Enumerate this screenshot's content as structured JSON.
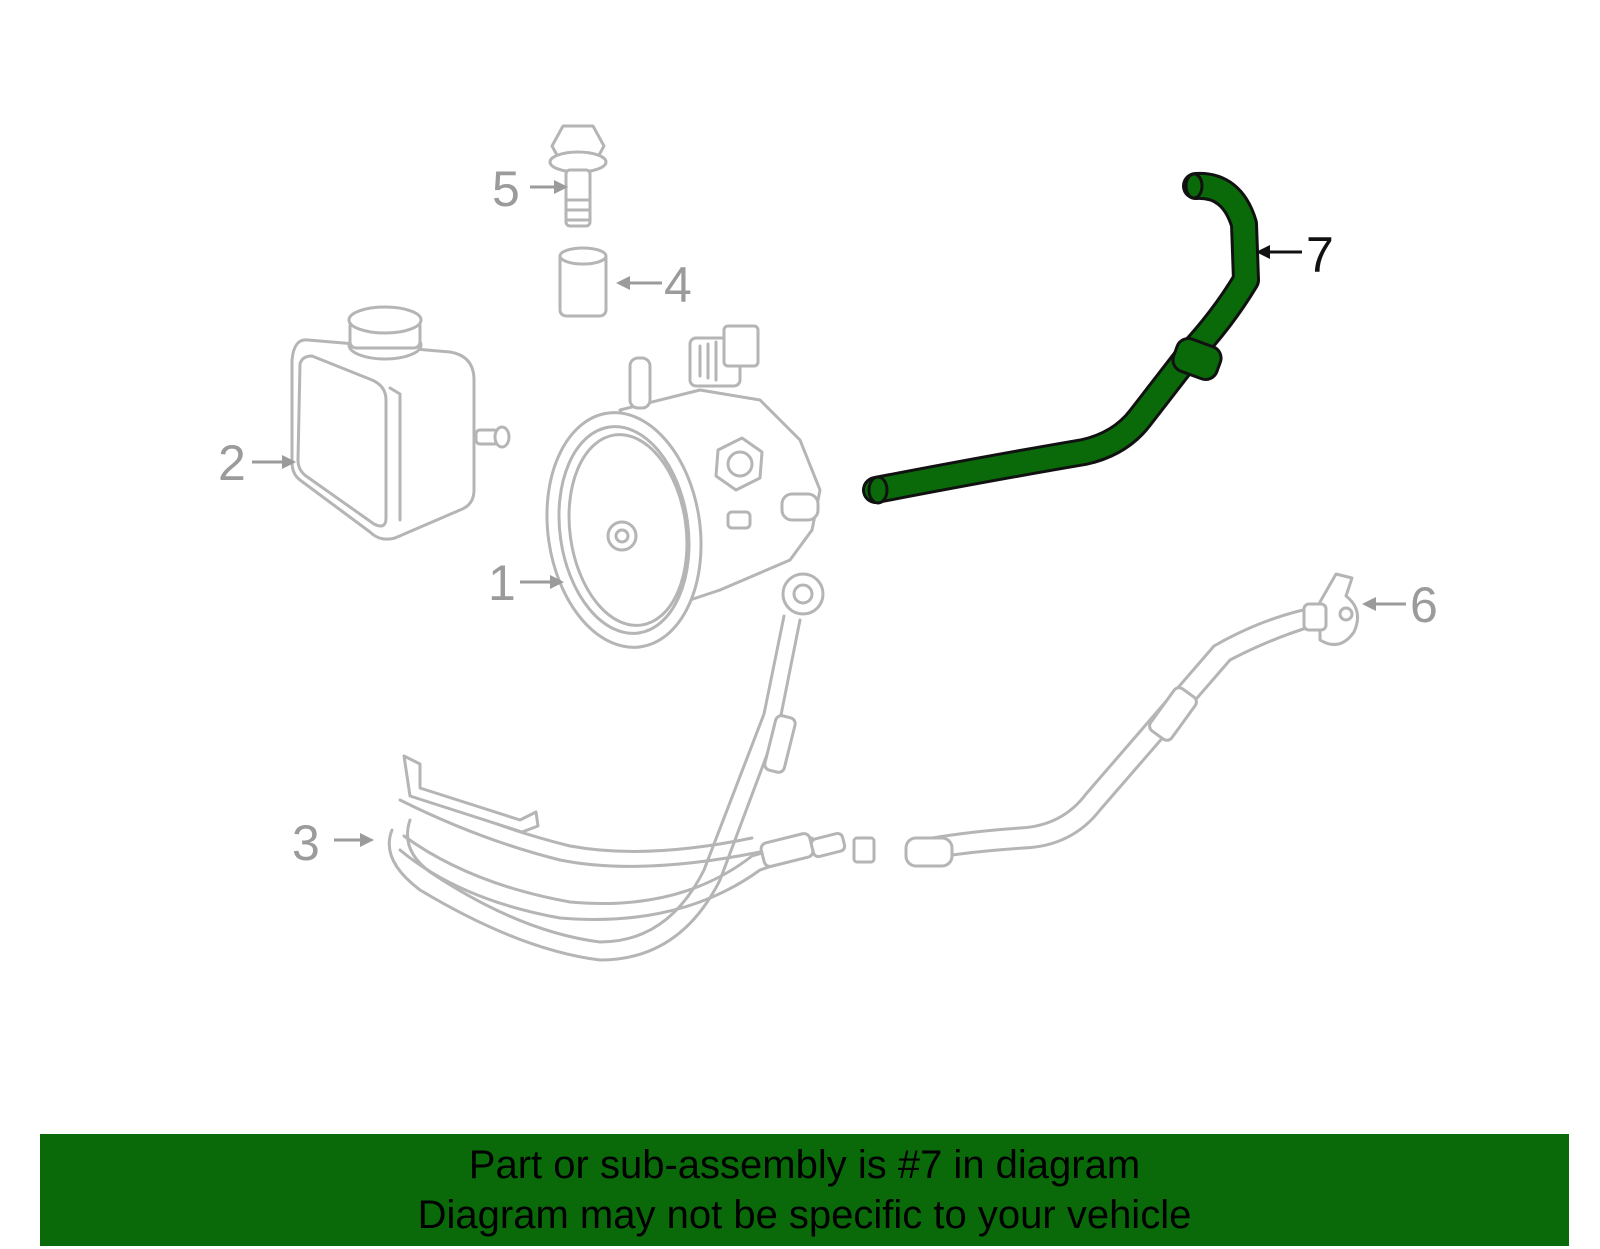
{
  "diagram": {
    "highlight_color": "#0a6a0a",
    "highlighted_part": "7",
    "callouts": [
      {
        "id": "c1",
        "label": "1"
      },
      {
        "id": "c2",
        "label": "2"
      },
      {
        "id": "c3",
        "label": "3"
      },
      {
        "id": "c4",
        "label": "4"
      },
      {
        "id": "c5",
        "label": "5"
      },
      {
        "id": "c6",
        "label": "6"
      },
      {
        "id": "c7",
        "label": "7"
      }
    ]
  },
  "banner": {
    "line1": "Part or sub-assembly is #7 in diagram",
    "line2": "Diagram may not be specific to your vehicle",
    "background": "#0a6a0a"
  }
}
